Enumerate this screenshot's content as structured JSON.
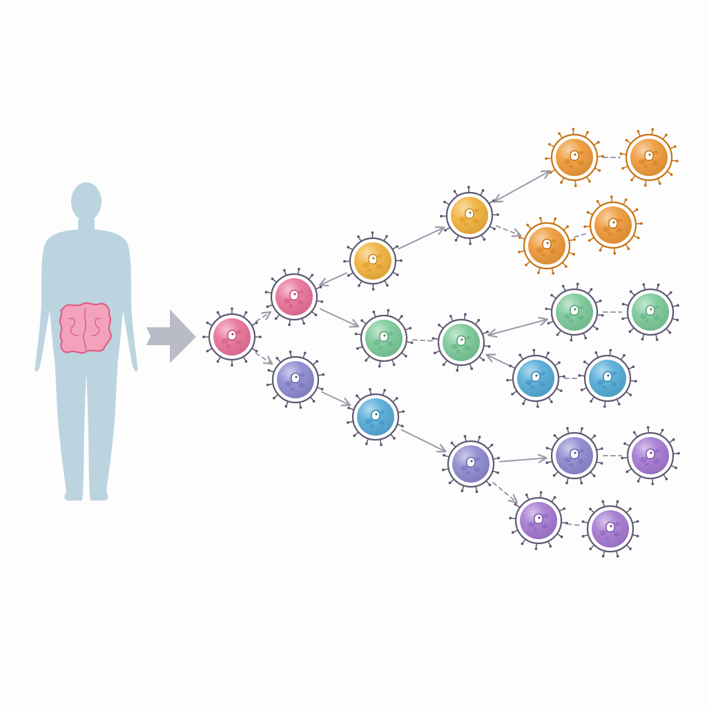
{
  "colors": {
    "background": "#fdfdfd",
    "body_silhouette": "#bcd4df",
    "organ_fill": "#f2a3bb",
    "organ_stroke": "#e05c88",
    "big_arrow": "#b9bcc6",
    "connector": "#9a98a8",
    "cell_outline": "#5c5870",
    "pink": "#e8739a",
    "yellow": "#f2b23e",
    "orange": "#ee9a3a",
    "green": "#7cc99a",
    "blue": "#56acd8",
    "periwinkle": "#8e8ad0",
    "violet": "#a57ad2"
  },
  "figure": {
    "body": {
      "name": "human-body",
      "icon": "human-silhouette-icon"
    },
    "organ": {
      "name": "intestine",
      "icon": "intestine-icon"
    },
    "flow_arrow": {
      "icon": "right-arrow-icon"
    }
  },
  "cells": [
    {
      "id": "c01",
      "color": "pink",
      "outline": "dark"
    },
    {
      "id": "c02",
      "color": "pink",
      "outline": "dark"
    },
    {
      "id": "c03",
      "color": "periwinkle",
      "outline": "dark"
    },
    {
      "id": "c04",
      "color": "yellow",
      "outline": "dark"
    },
    {
      "id": "c05",
      "color": "green",
      "outline": "dark"
    },
    {
      "id": "c06",
      "color": "blue",
      "outline": "dark"
    },
    {
      "id": "c07",
      "color": "yellow",
      "outline": "dark"
    },
    {
      "id": "c08",
      "color": "green",
      "outline": "dark"
    },
    {
      "id": "c09",
      "color": "periwinkle",
      "outline": "dark"
    },
    {
      "id": "c10",
      "color": "orange",
      "outline": "colored"
    },
    {
      "id": "c11",
      "color": "orange",
      "outline": "colored"
    },
    {
      "id": "c12",
      "color": "orange",
      "outline": "colored"
    },
    {
      "id": "c13",
      "color": "orange",
      "outline": "colored"
    },
    {
      "id": "c14",
      "color": "green",
      "outline": "dark"
    },
    {
      "id": "c15",
      "color": "green",
      "outline": "dark"
    },
    {
      "id": "c16",
      "color": "blue",
      "outline": "dark"
    },
    {
      "id": "c17",
      "color": "blue",
      "outline": "dark"
    },
    {
      "id": "c18",
      "color": "periwinkle",
      "outline": "dark"
    },
    {
      "id": "c19",
      "color": "violet",
      "outline": "dark"
    },
    {
      "id": "c20",
      "color": "violet",
      "outline": "dark"
    },
    {
      "id": "c21",
      "color": "violet",
      "outline": "dark"
    }
  ],
  "connections": [
    {
      "from": "c01",
      "to": "c02",
      "style": "dashed",
      "head": "end"
    },
    {
      "from": "c01",
      "to": "c03",
      "style": "dashed",
      "head": "end"
    },
    {
      "from": "c04",
      "to": "c02",
      "style": "solid",
      "head": "end"
    },
    {
      "from": "c02",
      "to": "c05",
      "style": "solid",
      "head": "end"
    },
    {
      "from": "c03",
      "to": "c06",
      "style": "solid",
      "head": "end"
    },
    {
      "from": "c04",
      "to": "c07",
      "style": "solid",
      "head": "end"
    },
    {
      "from": "c05",
      "to": "c08",
      "style": "dashed",
      "head": "none"
    },
    {
      "from": "c06",
      "to": "c09",
      "style": "solid",
      "head": "end"
    },
    {
      "from": "c07",
      "to": "c10",
      "style": "solid",
      "head": "both"
    },
    {
      "from": "c07",
      "to": "c12",
      "style": "dashed",
      "head": "end"
    },
    {
      "from": "c10",
      "to": "c11",
      "style": "dashed",
      "head": "none"
    },
    {
      "from": "c12",
      "to": "c13",
      "style": "dashed",
      "head": "none"
    },
    {
      "from": "c08",
      "to": "c14",
      "style": "solid",
      "head": "both"
    },
    {
      "from": "c14",
      "to": "c15",
      "style": "dashed",
      "head": "none"
    },
    {
      "from": "c16",
      "to": "c08",
      "style": "solid",
      "head": "end"
    },
    {
      "from": "c16",
      "to": "c17",
      "style": "dashed",
      "head": "none"
    },
    {
      "from": "c09",
      "to": "c18",
      "style": "solid",
      "head": "end"
    },
    {
      "from": "c18",
      "to": "c19",
      "style": "dashed",
      "head": "none"
    },
    {
      "from": "c09",
      "to": "c20",
      "style": "dashed",
      "head": "end"
    },
    {
      "from": "c20",
      "to": "c21",
      "style": "dashed",
      "head": "none"
    }
  ]
}
